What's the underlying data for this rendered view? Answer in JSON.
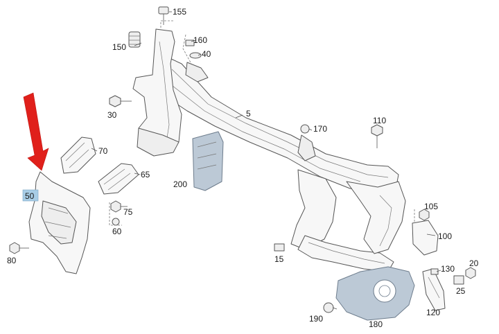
{
  "labels": {
    "p5": "5",
    "p15": "15",
    "p20": "20",
    "p25": "25",
    "p30": "30",
    "p40": "40",
    "p50": "50",
    "p60": "60",
    "p65": "65",
    "p70": "70",
    "p75": "75",
    "p80": "80",
    "p100": "100",
    "p105": "105",
    "p110": "110",
    "p120": "120",
    "p130": "130",
    "p150": "150",
    "p155": "155",
    "p160": "160",
    "p170": "170",
    "p180": "180",
    "p190": "190",
    "p200": "200"
  },
  "colors": {
    "arrow": "#e0201b",
    "highlight_box": "#a8cde6",
    "shaded_part": "#bcc9d6"
  }
}
